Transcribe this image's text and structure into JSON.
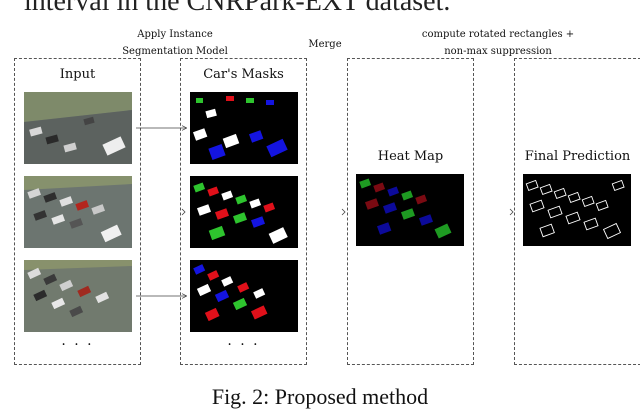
{
  "header": {
    "partial_text": "interval in the CNRPark-EXT dataset."
  },
  "steps": {
    "apply_model": [
      "Apply Instance",
      "Segmentation Model"
    ],
    "merge": "Merge",
    "rotated": [
      "compute rotated rectangles +",
      "non-max suppression"
    ]
  },
  "panels": {
    "input": {
      "title": "Input",
      "ellipsis": "· · ·"
    },
    "masks": {
      "title": "Car's Masks",
      "ellipsis": "· · ·"
    },
    "heatmap": {
      "title": "Heat Map"
    },
    "final": {
      "title": "Final Prediction"
    }
  },
  "caption": "Fig. 2: Proposed method",
  "colors": {
    "red": "#e0101a",
    "green": "#2ec42e",
    "blue": "#1414e0",
    "white": "#ffffff",
    "heat_red": "#7a0a12",
    "heat_green": "#1e9a22",
    "heat_blue": "#0c0a9a"
  }
}
